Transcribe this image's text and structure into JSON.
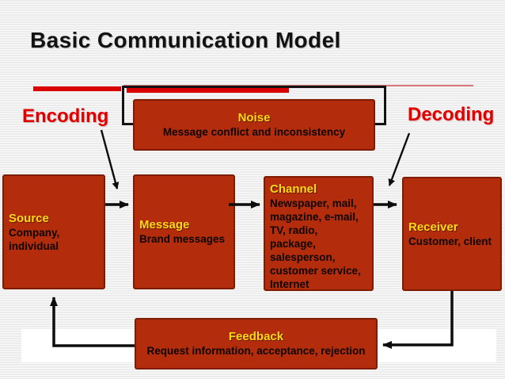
{
  "title": "Basic Communication Model",
  "stage_labels": {
    "encoding": "Encoding",
    "decoding": "Decoding"
  },
  "boxes": {
    "noise": {
      "title": "Noise",
      "body": "Message conflict and inconsistency"
    },
    "source": {
      "title": "Source",
      "body": "Company,\nindividual"
    },
    "message": {
      "title": "Message",
      "body": "Brand messages"
    },
    "channel": {
      "title": "Channel",
      "body": "Newspaper, mail,\nmagazine, e-mail,\nTV, radio,\npackage,\nsalesperson,\ncustomer service,\nInternet"
    },
    "receiver": {
      "title": "Receiver",
      "body": "Customer, client"
    },
    "feedback": {
      "title": "Feedback",
      "body": "Request information, acceptance, rejection"
    }
  },
  "colors": {
    "box-fill": "#b32d0d",
    "box-border": "#7e1c00",
    "label-yellow": "#ffd916",
    "accent-red": "#e10000",
    "deco-red": "#d90000",
    "deco-thin-red": "#d87a7a",
    "title-black": "#121212",
    "arrow-black": "#0d0d0d"
  }
}
